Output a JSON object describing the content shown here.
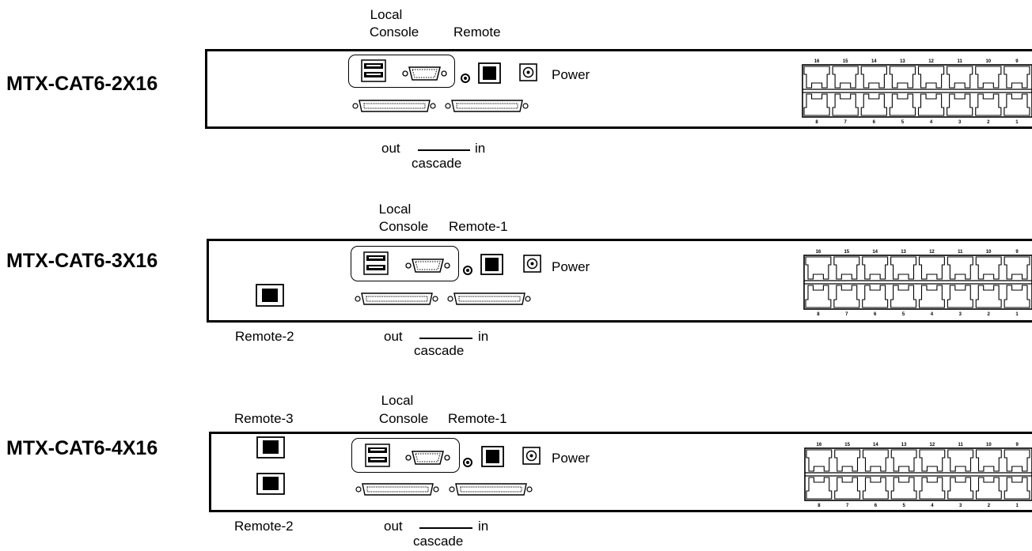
{
  "units": [
    {
      "model": "MTX-CAT6-2X16",
      "labels": {
        "local": "Local",
        "console": "Console",
        "remote_main": "Remote",
        "power": "Power",
        "cascade_out": "out",
        "cascade_in": "in",
        "cascade": "cascade"
      },
      "port_numbers_top": [
        "16",
        "15",
        "14",
        "13",
        "12",
        "11",
        "10",
        "9"
      ],
      "port_numbers_bottom": [
        "8",
        "7",
        "6",
        "5",
        "4",
        "3",
        "2",
        "1"
      ]
    },
    {
      "model": "MTX-CAT6-3X16",
      "labels": {
        "local": "Local",
        "console": "Console",
        "remote_main": "Remote-1",
        "power": "Power",
        "remote_2": "Remote-2",
        "cascade_out": "out",
        "cascade_in": "in",
        "cascade": "cascade"
      },
      "port_numbers_top": [
        "16",
        "15",
        "14",
        "13",
        "12",
        "11",
        "10",
        "9"
      ],
      "port_numbers_bottom": [
        "8",
        "7",
        "6",
        "5",
        "4",
        "3",
        "2",
        "1"
      ]
    },
    {
      "model": "MTX-CAT6-4X16",
      "labels": {
        "local": "Local",
        "console": "Console",
        "remote_main": "Remote-1",
        "power": "Power",
        "remote_2": "Remote-2",
        "remote_3": "Remote-3",
        "cascade_out": "out",
        "cascade_in": "in",
        "cascade": "cascade"
      },
      "port_numbers_top": [
        "16",
        "15",
        "14",
        "13",
        "12",
        "11",
        "10",
        "9"
      ],
      "port_numbers_bottom": [
        "8",
        "7",
        "6",
        "5",
        "4",
        "3",
        "2",
        "1"
      ]
    }
  ]
}
